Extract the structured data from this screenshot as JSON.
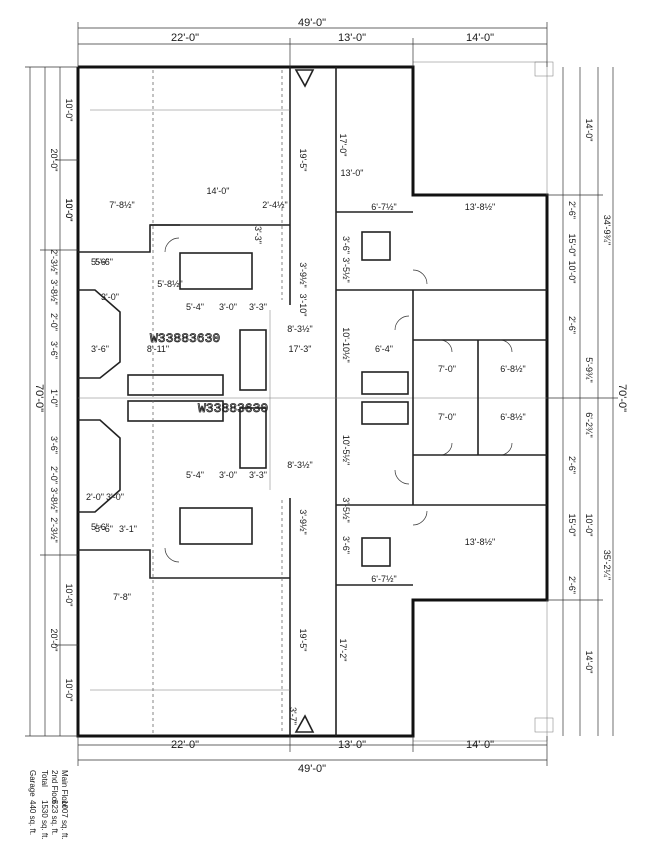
{
  "dimensions": {
    "top": {
      "overall": "49'-0\"",
      "seg1": "22'-0\"",
      "seg2": "13'-0\"",
      "seg3": "14'-0\""
    },
    "bottom": {
      "overall": "49'-0\"",
      "seg1": "22'-0\"",
      "seg2": "13'-0\"",
      "seg3": "14'-0\""
    },
    "left": [
      "10'-0\"",
      "20'-0\"",
      "10'-0\"",
      "5'-6\"",
      "2'-3½\"",
      "3'-8½\"",
      "2'-0\"",
      "3'-6\"",
      "70'-0\"",
      "1'-0\"",
      "3'-6\"",
      "2'-0\"",
      "3'-8½\"",
      "2'-3½\"",
      "5'-6\"",
      "10'-0\"",
      "20'-0\"",
      "10'-0\""
    ],
    "right": [
      "14'-0\"",
      "34'-9¾\"",
      "2'-6\"",
      "15'-0\"",
      "10'-0\"",
      "2'-6\"",
      "5'-9¾\"",
      "70'-0\"",
      "6'-2¾\"",
      "2'-6\"",
      "15'-0\"",
      "10'-0\"",
      "35'-2¼\"",
      "2'-6\"",
      "14'-0\""
    ],
    "interior_top": [
      "14'-0\"",
      "7'-8½\"",
      "10'-0\"",
      "3'-3\"",
      "2'-4½\"",
      "19'-5\"",
      "17'-0\"",
      "13'-0\"",
      "6'-7½\"",
      "13'-8½\"",
      "3'-6\"",
      "3'-5½\"",
      "5'-6\"",
      "3'-0\"",
      "5'-8½\"",
      "3'-9½\"",
      "3'-10\"",
      "5'-4\"",
      "3'-0\"",
      "3'-3\"",
      "8'-11\"",
      "8'-3½\"",
      "17'-3\"",
      "10'-10½\"",
      "6'-4\"",
      "7'-0\"",
      "6'-8½\"",
      "3'-6\""
    ],
    "interior_bottom": [
      "7'-0\"",
      "6'-8½\"",
      "10'-5½\"",
      "5'-4\"",
      "3'-0\"",
      "3'-3\"",
      "8'-3½\"",
      "3'-5½\"",
      "3'-6\"",
      "13'-8½\"",
      "6'-7½\"",
      "3'-9½\"",
      "2'-0\"",
      "3'-0\"",
      "5'-6\"",
      "3'-1\"",
      "7'-8\"",
      "19'-5\"",
      "17'-2\"",
      "3'-7\""
    ],
    "overlap": [
      "W33883630",
      "W33883630"
    ]
  },
  "legend": {
    "rows": [
      {
        "label": "Main Floor",
        "value": "1007 sq. ft."
      },
      {
        "label": "2nd Floor",
        "value": "523 sq. ft."
      },
      {
        "label": "Total",
        "value": "1530 sq. ft."
      },
      {
        "label": "Garage",
        "value": "440 sq. ft."
      }
    ]
  }
}
